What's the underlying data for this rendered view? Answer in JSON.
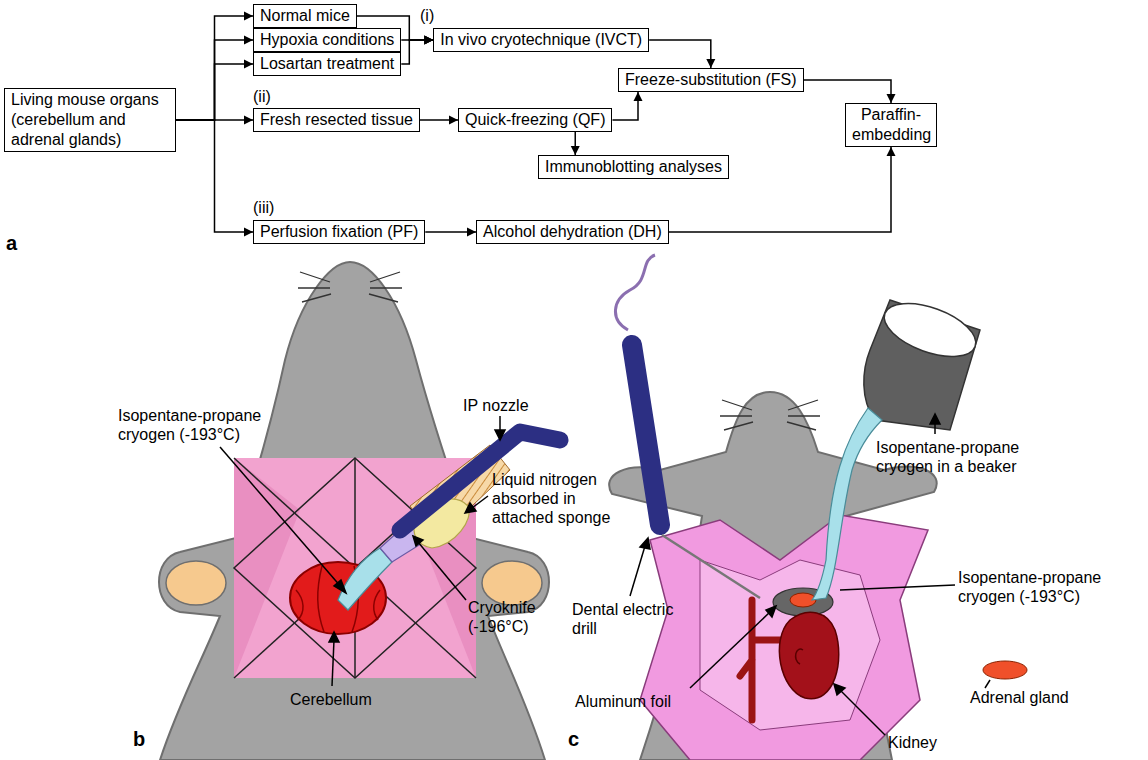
{
  "diagram": {
    "nodes": [
      {
        "text": [
          "Living mouse organs (cerebellum and adrenal glands)"
        ]
      },
      {
        "text": [
          "Normal mice"
        ]
      },
      {
        "text": [
          "Hypoxia conditions"
        ]
      },
      {
        "text": [
          "Losartan treatment"
        ]
      },
      {
        "text": [
          "In vivo cryotechnique (IVCT)"
        ]
      },
      {
        "text": [
          "Fresh resected tissue"
        ]
      },
      {
        "text": [
          "Quick-freezing (QF)"
        ]
      },
      {
        "text": [
          "Freeze-substitution (FS)"
        ]
      },
      {
        "text": [
          "Paraffin-embedding"
        ]
      },
      {
        "text": [
          "Immunoblotting analyses"
        ]
      },
      {
        "text": [
          "Perfusion fixation (PF)"
        ]
      },
      {
        "text": [
          "Alcohol dehydration (DH)"
        ]
      }
    ],
    "edges": [
      {
        "from": 0,
        "to": 1,
        "arrow": "to"
      },
      {
        "from": 0,
        "to": 2,
        "arrow": "to"
      },
      {
        "from": 0,
        "to": 3,
        "arrow": "to"
      },
      {
        "from": 0,
        "to": 5,
        "arrow": "to"
      },
      {
        "from": 0,
        "to": 10,
        "arrow": "to"
      },
      {
        "from": 1,
        "to": 4,
        "arrow": "to"
      },
      {
        "from": 2,
        "to": 4,
        "arrow": "to"
      },
      {
        "from": 3,
        "to": 4,
        "arrow": "to"
      },
      {
        "from": 4,
        "to": 7,
        "arrow": "to"
      },
      {
        "from": 5,
        "to": 6,
        "arrow": "to"
      },
      {
        "from": 6,
        "to": 7,
        "arrow": "to"
      },
      {
        "from": 6,
        "to": 9,
        "arrow": "to"
      },
      {
        "from": 7,
        "to": 8,
        "arrow": "to"
      },
      {
        "from": 10,
        "to": 11,
        "arrow": "to"
      },
      {
        "from": 11,
        "to": 8,
        "arrow": "to"
      }
    ],
    "labels": [
      "(i)",
      "(ii)",
      "(iii)",
      "a",
      "Isopentane-propane cryogen (-193°C)",
      "IP nozzle",
      "Liquid nitrogen absorbed in attached sponge",
      "Cryoknife (-196°C)",
      "Cerebellum",
      "b",
      "Isopentane-propane cryogen in a beaker",
      "Dental electric drill",
      "Isopentane-propane cryogen (-193°C)",
      "Aluminum foil",
      "Adrenal gland",
      "Kidney",
      "c"
    ]
  }
}
